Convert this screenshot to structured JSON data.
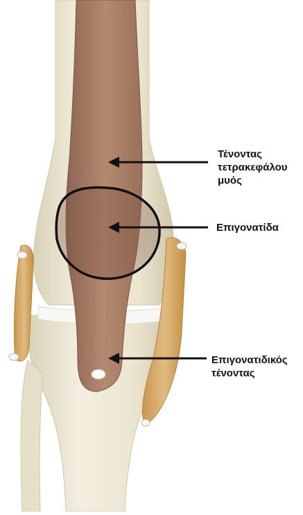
{
  "labels": {
    "quadriceps_tendon": "Τένοντας\nτετρακεφάλου\nμυός",
    "patella": "Επιγονατίδα",
    "patellar_tendon": "Επιγονατιδικός\nτένοντας"
  },
  "colors": {
    "background": "#ffffff",
    "bone": "#ece7d4",
    "bone_shadow": "#d6cfb6",
    "tendon": "#a77c62",
    "tendon_dark": "#8a6049",
    "ligament": "#d6ad6e",
    "meniscus": "#f4f4f2",
    "outline": "#111111",
    "arrow": "#111111"
  },
  "icons": {
    "pin": "white-screw-pin"
  }
}
